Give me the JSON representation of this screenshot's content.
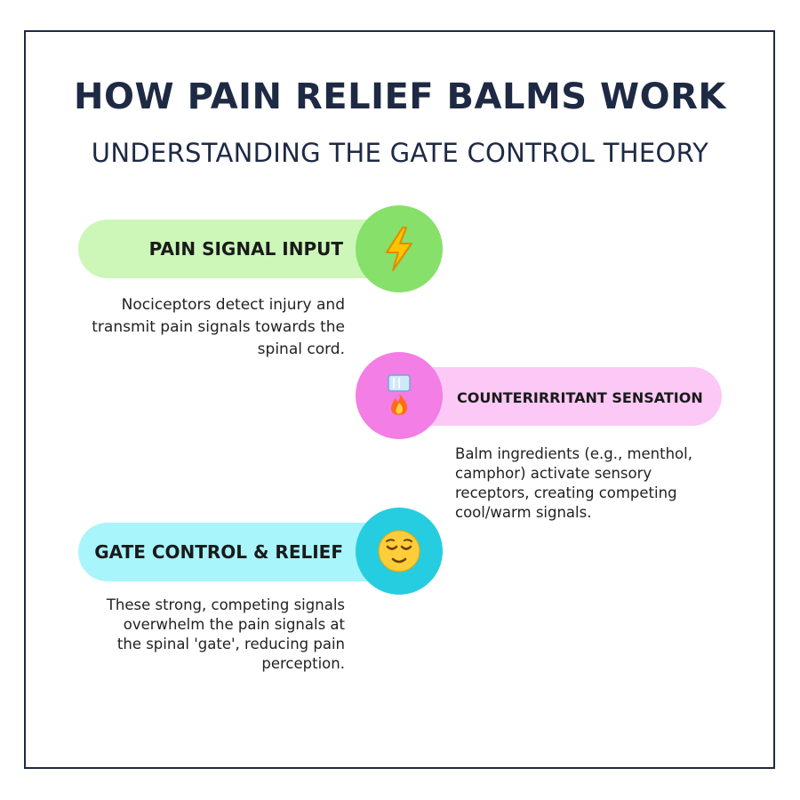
{
  "header": {
    "title": "HOW PAIN RELIEF BALMS WORK",
    "subtitle": "UNDERSTANDING THE GATE CONTROL THEORY"
  },
  "steps": [
    {
      "label": "PAIN SIGNAL INPUT",
      "description": "Nociceptors detect injury and transmit pain signals towards the spinal cord.",
      "icon": "lightning-icon",
      "pill_color": "#ccf7b8",
      "circle_color": "#86e06a"
    },
    {
      "label": "COUNTERIRRITANT SENSATION",
      "description": "Balm ingredients (e.g., menthol, camphor) activate sensory receptors, creating competing cool/warm signals.",
      "icon": "ice-fire-icon",
      "pill_color": "#fcc8f5",
      "circle_color": "#f27ee6"
    },
    {
      "label": "GATE CONTROL & RELIEF",
      "description": "These strong, competing signals overwhelm the pain signals at the spinal 'gate', reducing pain perception.",
      "icon": "relieved-face-icon",
      "pill_color": "#a8f5fb",
      "circle_color": "#26cde0"
    }
  ]
}
